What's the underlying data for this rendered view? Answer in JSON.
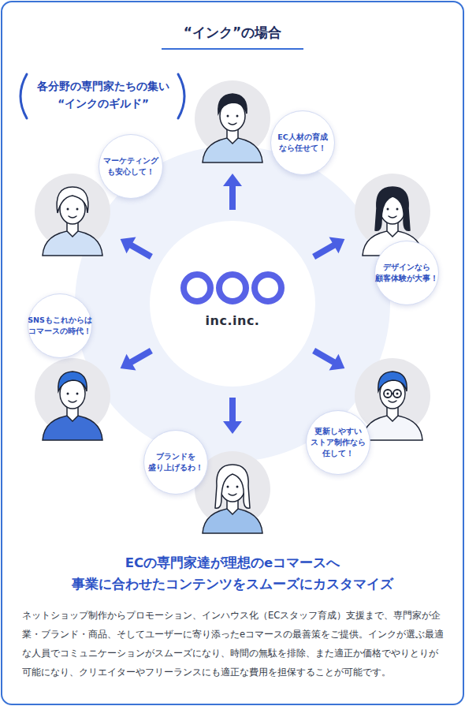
{
  "diagram": {
    "title": "“インク”の場合",
    "nodes": [
      {
        "text": [
          "inc.inc."
        ]
      },
      {
        "text": [
          "EC人材の育成 なら任せて！"
        ]
      },
      {
        "text": [
          "デザインなら 顧客体験が大事！"
        ]
      },
      {
        "text": [
          "更新しやすい ストア制作なら 任して！"
        ]
      },
      {
        "text": [
          "ブランドを 盛り上げるわ！"
        ]
      },
      {
        "text": [
          "SNSもこれからは コマースの時代！"
        ]
      },
      {
        "text": [
          "マーケティング も安心して！"
        ]
      }
    ],
    "edges": [
      {
        "from": 0,
        "to": 1,
        "arrow": "to"
      },
      {
        "from": 0,
        "to": 2,
        "arrow": "to"
      },
      {
        "from": 0,
        "to": 3,
        "arrow": "to"
      },
      {
        "from": 0,
        "to": 4,
        "arrow": "to"
      },
      {
        "from": 0,
        "to": 5,
        "arrow": "to"
      },
      {
        "from": 0,
        "to": 6,
        "arrow": "to"
      }
    ],
    "labels": [
      "各分野の専門家たちの集い “インクのギルド”",
      "ECの専門家達が理想のeコマースへ 事業に合わせたコンテンツをスムーズにカスタマイズ",
      "ネットショップ制作からプロモーション、インハウス化（ECスタッフ育成）支援まで、専門家が企業・ブランド・商品、そしてユーザーに寄り添ったeコマースの最善策をご提供。インクが選ぶ最適な人員でコミュニケーションがスムーズになり、時間の無駄を排除、また適正か価格でやりとりが可能になり、クリエイターやフリーランスにも適正な費用を担保することが可能です。"
    ]
  }
}
